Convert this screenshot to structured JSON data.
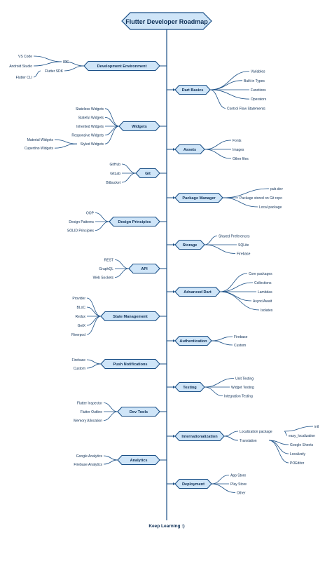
{
  "title": "Flutter Developer Roadmap",
  "footer": "Keep Learning :)",
  "colors": {
    "line": "#1a4f86",
    "node_fill": "#cfe5f8",
    "node_stroke": "#1a4f86",
    "text": "#0d2f56"
  },
  "left_sections": [
    {
      "label": "Development Environment",
      "items": [
        {
          "label": "IDE",
          "children": [
            "VS Code",
            "Android Studio"
          ]
        },
        {
          "label": "Flutter SDK",
          "children": [
            "Flutter CLI"
          ]
        }
      ]
    },
    {
      "label": "Widgets",
      "items": [
        {
          "label": "Stateless Widgets"
        },
        {
          "label": "Stateful Widgets"
        },
        {
          "label": "Inherited Widgets"
        },
        {
          "label": "Responsive Widgets"
        },
        {
          "label": "Styled Widgets",
          "children": [
            "Material Widgets",
            "Cupertino Widgets"
          ]
        }
      ]
    },
    {
      "label": "Git",
      "items": [
        {
          "label": "GitHub"
        },
        {
          "label": "GitLab"
        },
        {
          "label": "Bitbucket"
        }
      ]
    },
    {
      "label": "Design Principles",
      "items": [
        {
          "label": "OOP"
        },
        {
          "label": "Design Patterns"
        },
        {
          "label": "SOLID Principles"
        }
      ]
    },
    {
      "label": "API",
      "items": [
        {
          "label": "REST"
        },
        {
          "label": "GraphQL"
        },
        {
          "label": "Web Sockets"
        }
      ]
    },
    {
      "label": "State Management",
      "items": [
        {
          "label": "Provider"
        },
        {
          "label": "BLoC"
        },
        {
          "label": "Redux"
        },
        {
          "label": "GetX"
        },
        {
          "label": "Riverpod"
        }
      ]
    },
    {
      "label": "Push Notifications",
      "items": [
        {
          "label": "Firebase"
        },
        {
          "label": "Custom"
        }
      ]
    },
    {
      "label": "Dev Tools",
      "items": [
        {
          "label": "Flutter Inspector"
        },
        {
          "label": "Flutter Outline"
        },
        {
          "label": "Memory Allocation"
        }
      ]
    },
    {
      "label": "Analytics",
      "items": [
        {
          "label": "Google Analytics"
        },
        {
          "label": "Firebase Analytics"
        }
      ]
    }
  ],
  "right_sections": [
    {
      "label": "Dart Basics",
      "items": [
        {
          "label": "Variables"
        },
        {
          "label": "Built-in Types"
        },
        {
          "label": "Functions"
        },
        {
          "label": "Operators"
        },
        {
          "label": "Control Flow Statements"
        }
      ]
    },
    {
      "label": "Assets",
      "items": [
        {
          "label": "Fonts"
        },
        {
          "label": "Images"
        },
        {
          "label": "Other files"
        }
      ]
    },
    {
      "label": "Package Manager",
      "items": [
        {
          "label": "pub.dev"
        },
        {
          "label": "Package stored on Git repo"
        },
        {
          "label": "Local package"
        }
      ]
    },
    {
      "label": "Storage",
      "items": [
        {
          "label": "Shared Preferences"
        },
        {
          "label": "SQLite"
        },
        {
          "label": "Firebase"
        }
      ]
    },
    {
      "label": "Advanced Dart",
      "items": [
        {
          "label": "Core packages"
        },
        {
          "label": "Collections"
        },
        {
          "label": "Lambdas"
        },
        {
          "label": "Async/Await"
        },
        {
          "label": "Isolates"
        }
      ]
    },
    {
      "label": "Authentication",
      "items": [
        {
          "label": "Firebase"
        },
        {
          "label": "Custom"
        }
      ]
    },
    {
      "label": "Testing",
      "items": [
        {
          "label": "Unit Testing"
        },
        {
          "label": "Widget Testing"
        },
        {
          "label": "Integration Testing"
        }
      ]
    },
    {
      "label": "Internationalization",
      "items": [
        {
          "label": "Localization package",
          "children": [
            "intl",
            "easy_localization"
          ]
        },
        {
          "label": "Translation",
          "children": [
            "Google Sheets",
            "Localizely",
            "POEditor"
          ]
        }
      ]
    },
    {
      "label": "Deployment",
      "items": [
        {
          "label": "App Store"
        },
        {
          "label": "Play Store"
        },
        {
          "label": "Other"
        }
      ]
    }
  ]
}
